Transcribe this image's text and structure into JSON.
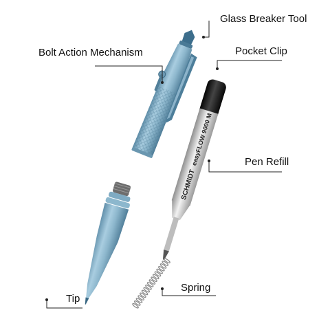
{
  "labels": {
    "glass_breaker": "Glass Breaker Tool",
    "bolt_action": "Bolt Action Mechanism",
    "pocket_clip": "Pocket Clip",
    "pen_refill": "Pen Refill",
    "spring": "Spring",
    "tip": "Tip"
  },
  "refill_print": {
    "brand": "SCHMIDT",
    "model": "easyFLOW 9000 M"
  },
  "colors": {
    "pen_body": "#8fb9cf",
    "pen_body_dark": "#5c8ba6",
    "refill_black": "#1a1a1a",
    "refill_silver": "#d6d6d6",
    "leader_line": "#222222"
  }
}
